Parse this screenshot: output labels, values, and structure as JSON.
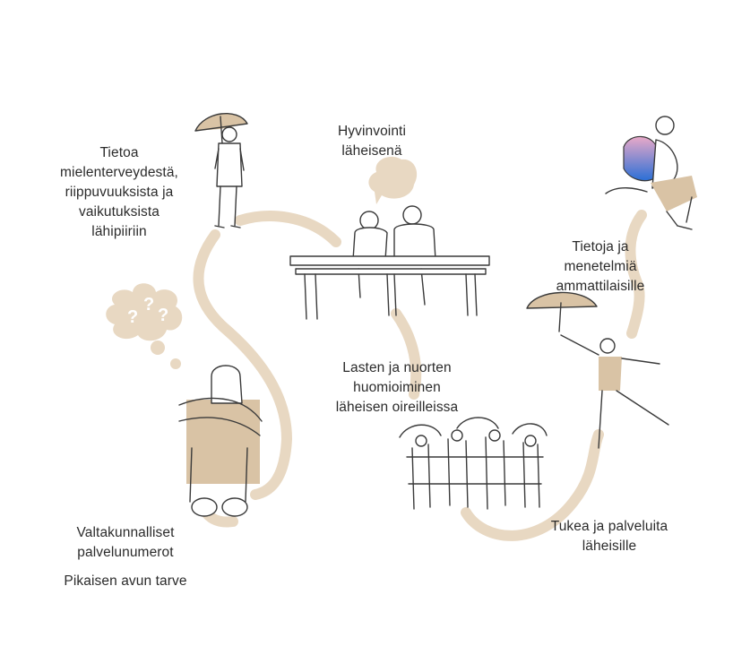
{
  "colors": {
    "path": "#e8d8c2",
    "accent": "#d9c3a5",
    "ink": "#3a3a3a",
    "text": "#2b2b2b",
    "backpack_gradient": [
      "#e9a9c8",
      "#2b6fd6"
    ]
  },
  "labels": {
    "info": {
      "lines": [
        "Tietoa",
        "mielenterveydestä,",
        "riippuvuuksista ja",
        "vaikutuksista",
        "lähipiiriin"
      ]
    },
    "wellbeing": {
      "lines": [
        "Hyvinvointi",
        "läheisenä"
      ]
    },
    "professionals": {
      "lines": [
        "Tietoja ja",
        "menetelmiä",
        "ammattilaisille"
      ]
    },
    "children": {
      "lines": [
        "Lasten ja nuorten",
        "huomioiminen",
        "läheisen oireilleissa"
      ]
    },
    "support": {
      "lines": [
        "Tukea ja palveluita",
        "läheisille"
      ]
    },
    "national": {
      "lines": [
        "Valtakunnalliset",
        "palvelunumerot"
      ]
    },
    "urgent": {
      "lines": [
        "Pikaisen avun tarve"
      ]
    }
  },
  "icons": [
    "person-umbrella-icon",
    "question-cloud-icon",
    "sitting-person-icon",
    "speech-bubble-icon",
    "bench-couple-icon",
    "crowd-umbrellas-icon",
    "jumping-person-icon",
    "umbrella-dancer-icon"
  ]
}
